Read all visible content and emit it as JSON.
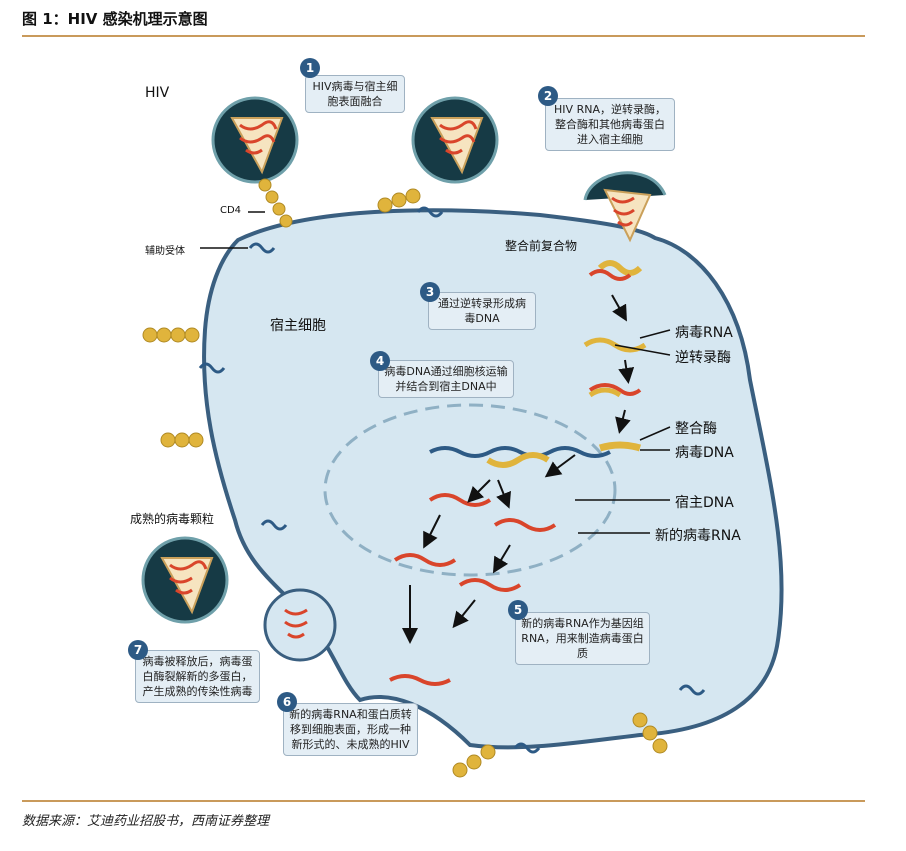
{
  "header": {
    "title": "图 1：HIV 感染机理示意图"
  },
  "labels": {
    "hiv": "HIV",
    "cd4": "CD4",
    "coreceptor": "辅助受体",
    "host_cell": "宿主细胞",
    "mature_virion": "成熟的病毒颗粒",
    "preintegration_complex": "整合前复合物",
    "viral_rna": "病毒RNA",
    "reverse_transcriptase": "逆转录酶",
    "integrase": "整合酶",
    "viral_dna": "病毒DNA",
    "host_dna": "宿主DNA",
    "new_viral_rna": "新的病毒RNA"
  },
  "steps": [
    {
      "num": "1",
      "text": "HIV病毒与宿主细胞表面融合"
    },
    {
      "num": "2",
      "text": "HIV RNA，逆转录酶，整合酶和其他病毒蛋白进入宿主细胞"
    },
    {
      "num": "3",
      "text": "通过逆转录形成病毒DNA"
    },
    {
      "num": "4",
      "text": "病毒DNA通过细胞核运输并结合到宿主DNA中"
    },
    {
      "num": "5",
      "text": "新的病毒RNA作为基因组RNA，用来制造病毒蛋白质"
    },
    {
      "num": "6",
      "text": "新的病毒RNA和蛋白质转移到细胞表面，形成一种新形式的、未成熟的HIV"
    },
    {
      "num": "7",
      "text": "病毒被释放后，病毒蛋白酶裂解新的多蛋白，产生成熟的传染性病毒"
    }
  ],
  "footer": {
    "source": "数据来源：艾迪药业招股书，西南证券整理"
  },
  "colors": {
    "cell_fill": "#d6e7f1",
    "cell_border": "#3a5f80",
    "virus_core": "#163a45",
    "rna": "#d9452b",
    "receptor": "#e0b43c",
    "badge": "#2d5a85"
  }
}
